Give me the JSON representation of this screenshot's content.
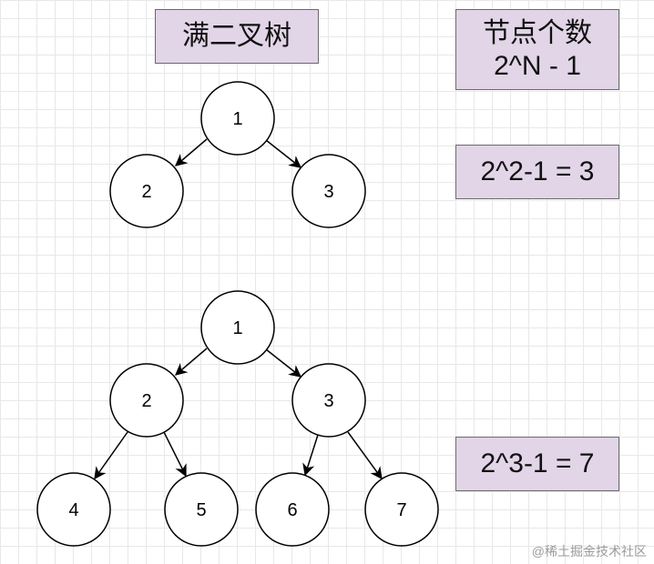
{
  "title": "满二叉树",
  "formula": {
    "line1": "节点个数",
    "line2": "2^N - 1"
  },
  "equations": [
    "2^2-1 = 3",
    "2^3-1 = 7"
  ],
  "tree_small": {
    "nodes": [
      "1",
      "2",
      "3"
    ]
  },
  "tree_large": {
    "nodes": [
      "1",
      "2",
      "3",
      "4",
      "5",
      "6",
      "7"
    ]
  },
  "watermark": "@稀土掘金技术社区",
  "colors": {
    "label_fill": "#e1d5e7",
    "label_border": "#6a6a6a",
    "grid": "#e8e8e8"
  }
}
